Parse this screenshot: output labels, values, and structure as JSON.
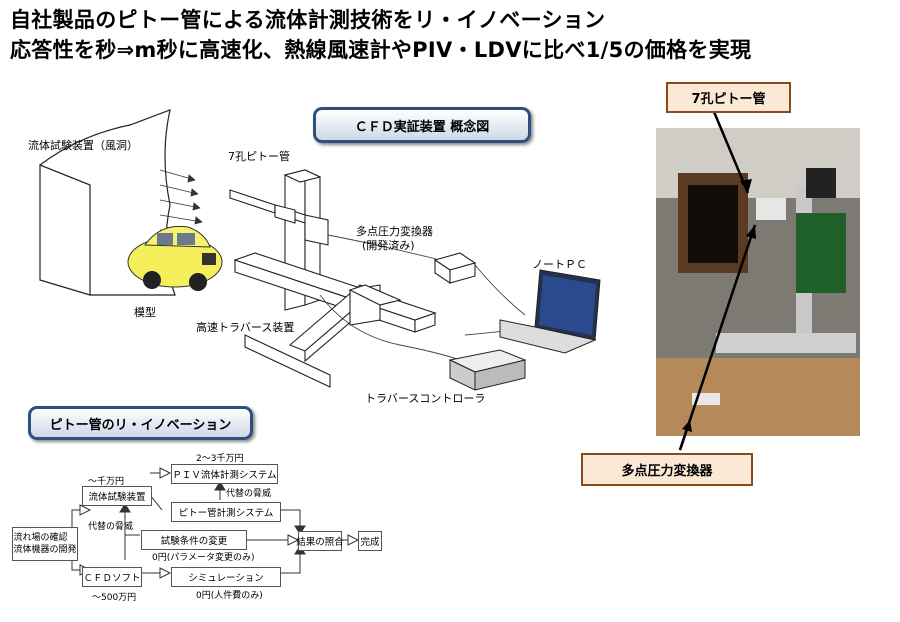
{
  "title_line1": "自社製品のピトー管による流体計測技術をリ・イノベーション",
  "title_line2": "応答性を秒⇒m秒に高速化、熱線風速計やPIV・LDVに比べ1/5の価格を実現",
  "concept_title": "ＣＦＤ実証装置 概念図",
  "labels": {
    "wind_tunnel": "流体試験装置（風洞）",
    "pitot": "7孔ピトー管",
    "converter": "多点圧力変換器",
    "converter_note": "(開発済み)",
    "laptop": "ノートＰＣ",
    "model": "模型",
    "traverse": "高速トラバース装置",
    "controller": "トラバースコントローラ"
  },
  "photo_callouts": {
    "pitot": "7孔ピトー管",
    "converter": "多点圧力変換器"
  },
  "innovation_title": "ピトー管のリ・イノベーション",
  "flow": {
    "box_development": "流れ場の確認\n流体機器の開発",
    "box_wind_tunnel": "流体試験装置",
    "box_cfd": "ＣＦＤソフト",
    "box_piv": "ＰＩＶ流体計測システム",
    "box_pitot_system": "ピトー管計測システム",
    "box_condition_change": "試験条件の変更",
    "box_simulation": "シミュレーション",
    "box_result": "結果の照合",
    "box_done": "完成",
    "cost_wind_tunnel": "〜千万円",
    "cost_piv": "2〜3千万円",
    "threat_top": "代替の脅威",
    "threat_left": "代替の脅威",
    "cost_param": "0円(パラメータ変更のみ)",
    "cost_cfd": "〜500万円",
    "cost_labor": "0円(人件費のみ)"
  }
}
